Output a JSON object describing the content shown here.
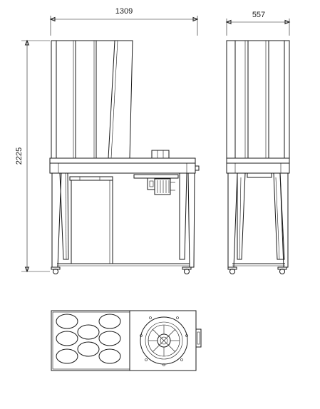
{
  "dimensions": {
    "width_front": "1309",
    "depth_side": "557",
    "height": "2225"
  },
  "colors": {
    "line": "#1a1a1a",
    "background": "#ffffff"
  }
}
